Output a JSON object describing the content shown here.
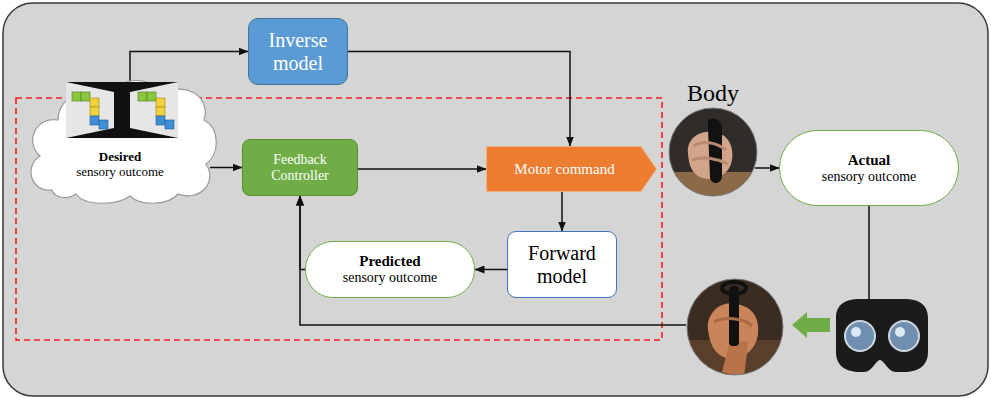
{
  "diagram": {
    "nodes": [
      {
        "text": [
          "Desired",
          "sensory outcome"
        ]
      },
      {
        "text": [
          "Inverse model"
        ]
      },
      {
        "text": [
          "Feedback Controller"
        ]
      },
      {
        "text": [
          "Motor command"
        ]
      },
      {
        "text": [
          "Forward model"
        ]
      },
      {
        "text": [
          "Predicted",
          "sensory outcome"
        ]
      },
      {
        "text": [
          "Body"
        ]
      },
      {
        "text": [
          "Actual",
          "sensory outcome"
        ]
      }
    ],
    "edges": [
      {
        "from": 0,
        "to": 1,
        "arrow": "to"
      },
      {
        "from": 1,
        "to": 3,
        "arrow": "to"
      },
      {
        "from": 0,
        "to": 2,
        "arrow": "to"
      },
      {
        "from": 2,
        "to": 3,
        "arrow": "to"
      },
      {
        "from": 3,
        "to": 4,
        "arrow": "to"
      },
      {
        "from": 4,
        "to": 5,
        "arrow": "to"
      },
      {
        "from": 5,
        "to": 2,
        "arrow": "to"
      },
      {
        "from": 6,
        "to": 7,
        "arrow": "to"
      },
      {
        "from": 7,
        "to": 2,
        "arrow": "to"
      }
    ]
  }
}
